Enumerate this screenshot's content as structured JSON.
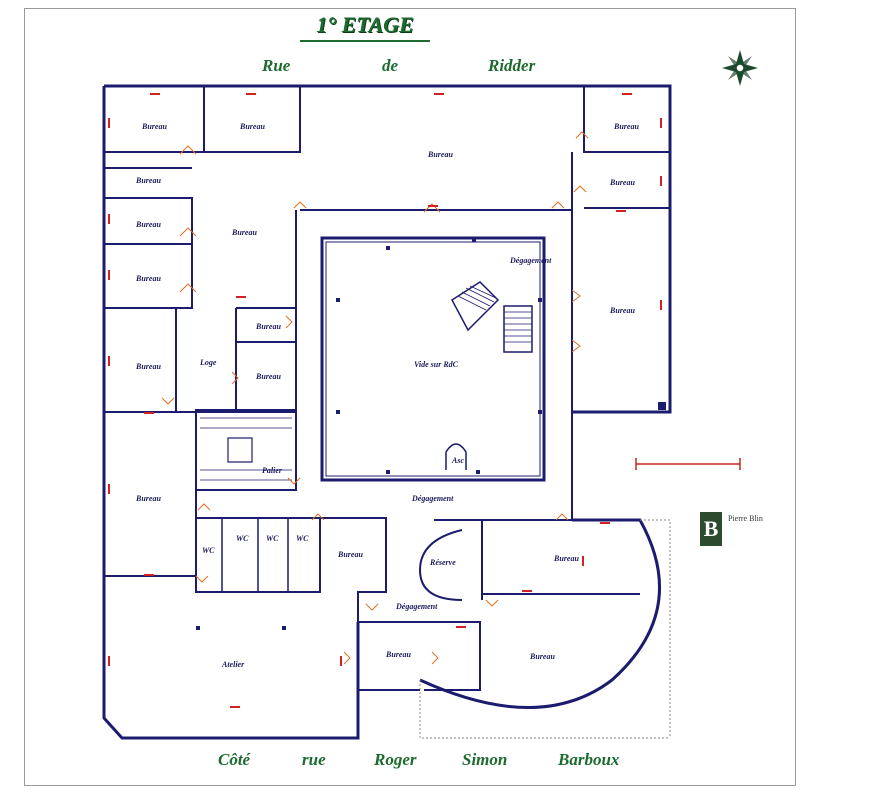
{
  "title": "1° ETAGE",
  "streets": {
    "top": [
      "Rue",
      "de",
      "Ridder"
    ],
    "bottom": [
      "Côté",
      "rue",
      "Roger",
      "Simon",
      "Barboux"
    ]
  },
  "rooms": {
    "bureau": "Bureau",
    "degagement": "Dégagement",
    "vide_rdc": "Vide sur RdC",
    "asc": "Asc",
    "palier": "Palier",
    "atelier": "Atelier",
    "reserve": "Réserve",
    "wc": "WC",
    "loge": "Loge"
  },
  "logo": {
    "letter": "B",
    "name": "Pierre Blin"
  },
  "compass_icon": "compass-rose-icon",
  "colors": {
    "walls": "#1c1c6e",
    "labels": "#1a1a5c",
    "dimensions": "#d42020",
    "doors": "#e07020",
    "street": "#1d6b2e"
  }
}
